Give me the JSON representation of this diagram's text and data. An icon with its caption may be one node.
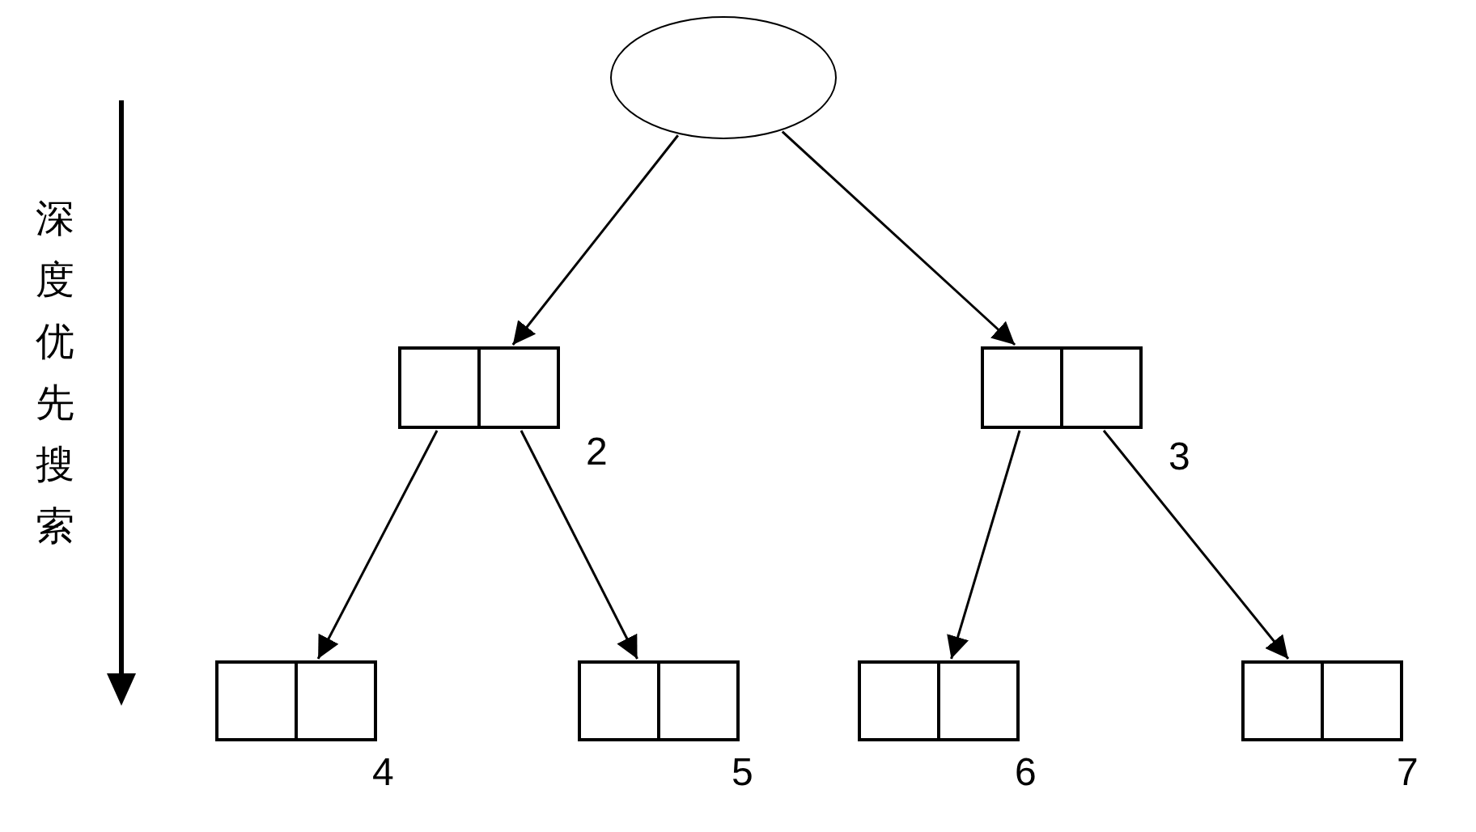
{
  "diagram": {
    "nodes": [
      {
        "text": [],
        "shape": "ellipse"
      },
      {
        "text": [],
        "shape": "box",
        "beside": [
          "2"
        ]
      },
      {
        "text": [],
        "shape": "box",
        "beside": [
          "3"
        ]
      },
      {
        "text": [],
        "shape": "box",
        "beside": [
          "4"
        ]
      },
      {
        "text": [],
        "shape": "box",
        "beside": [
          "5"
        ]
      },
      {
        "text": [],
        "shape": "box",
        "beside": [
          "6"
        ]
      },
      {
        "text": [],
        "shape": "box",
        "beside": [
          "7"
        ]
      }
    ],
    "edges": [
      {
        "from": 0,
        "to": 1,
        "arrow": "to"
      },
      {
        "from": 0,
        "to": 2,
        "arrow": "to"
      },
      {
        "from": 1,
        "to": 3,
        "arrow": "to"
      },
      {
        "from": 1,
        "to": 4,
        "arrow": "to"
      },
      {
        "from": 2,
        "to": 5,
        "arrow": "to"
      },
      {
        "from": 2,
        "to": 6,
        "arrow": "to"
      }
    ],
    "labels": [
      "深度优先搜索"
    ]
  }
}
